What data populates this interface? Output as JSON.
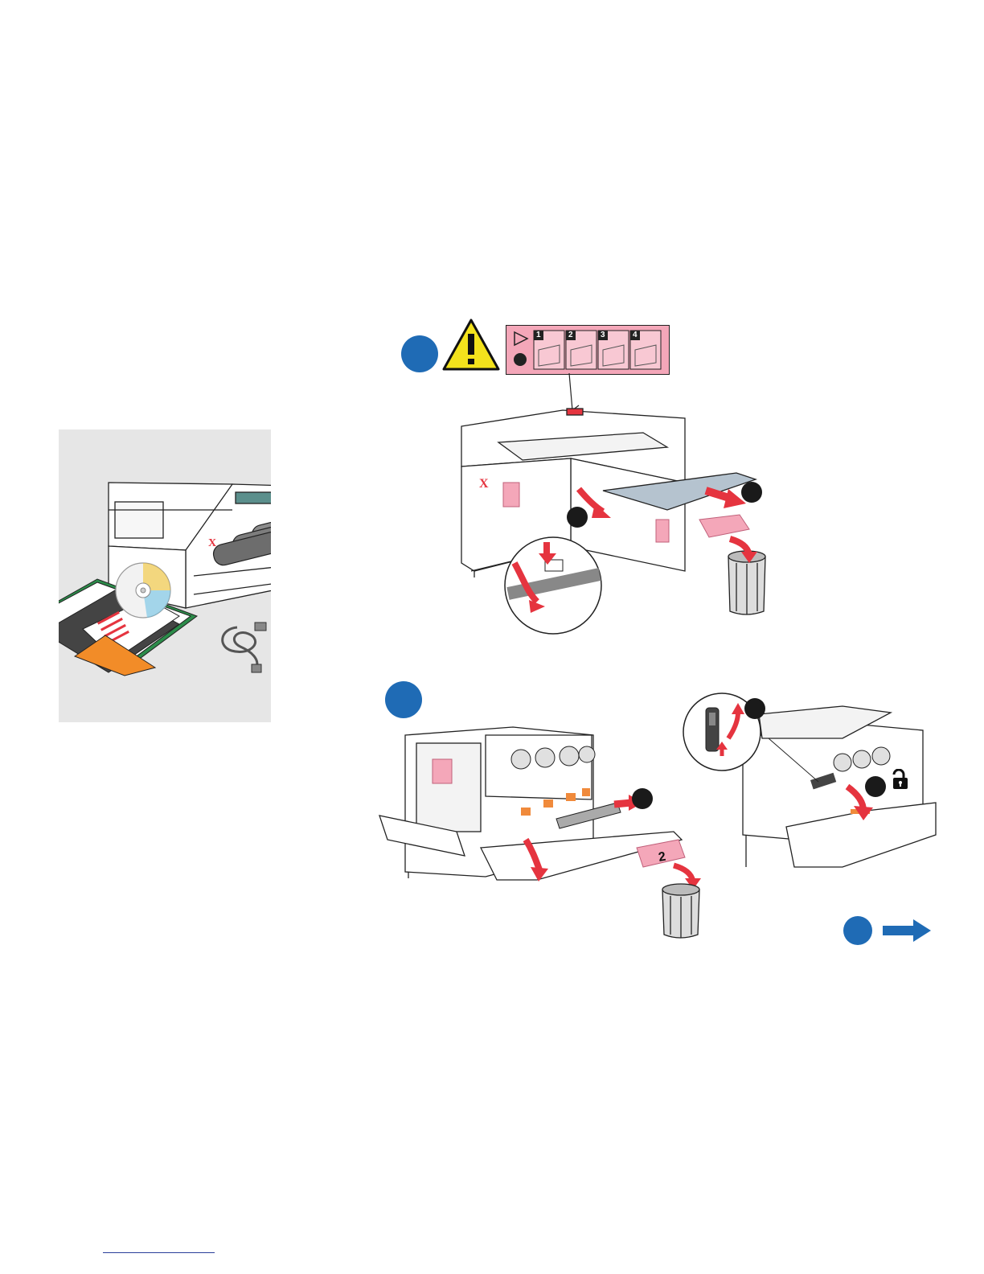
{
  "colors": {
    "accent_blue": "#1f6bb5",
    "warning_yellow": "#f3e21c",
    "label_pink": "#f4a7b9",
    "arrow_red": "#e5343f",
    "panel_gray": "#e6e6e6"
  },
  "package_contents": {
    "printer_logo": "X",
    "items": [
      "printer-icon",
      "toner-cartridge-icon",
      "cd-icon",
      "manual-icon",
      "power-cord-icon"
    ]
  },
  "step1": {
    "warning_label_numbers": [
      "1",
      "2",
      "3",
      "4"
    ],
    "printer_logo": "X"
  },
  "step2": {
    "tag_number": "2"
  },
  "icons": {
    "warning": "warning-triangle-icon",
    "unlock": "unlock-padlock-icon",
    "trash": "trash-can-icon",
    "next": "next-arrow-icon"
  }
}
